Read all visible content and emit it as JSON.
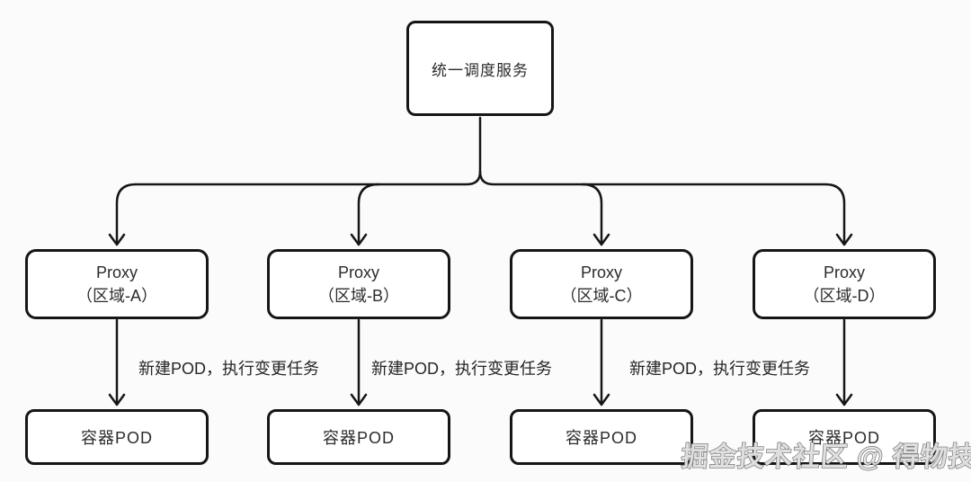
{
  "diagram": {
    "root": {
      "label": "统一调度服务"
    },
    "proxies": [
      {
        "line1": "Proxy",
        "line2": "（区域-A）"
      },
      {
        "line1": "Proxy",
        "line2": "（区域-B）"
      },
      {
        "line1": "Proxy",
        "line2": "（区域-C）"
      },
      {
        "line1": "Proxy",
        "line2": "（区域-D）"
      }
    ],
    "pods": [
      {
        "label": "容器POD"
      },
      {
        "label": "容器POD"
      },
      {
        "label": "容器POD"
      },
      {
        "label": "容器POD"
      }
    ],
    "edge_labels": [
      "新建POD，执行变更任务",
      "新建POD，执行变更任务",
      "新建POD，执行变更任务"
    ],
    "watermark": {
      "text": "掘金技术社区 @ 得物技术"
    },
    "colors": {
      "background": "#fbfbfb",
      "line": "#161616",
      "box_border": "#161616",
      "box_fill": "#ffffff",
      "text": "#2b2b2b",
      "watermark_fill": "#fafafa",
      "watermark_stroke": "#5a5a5a"
    }
  }
}
